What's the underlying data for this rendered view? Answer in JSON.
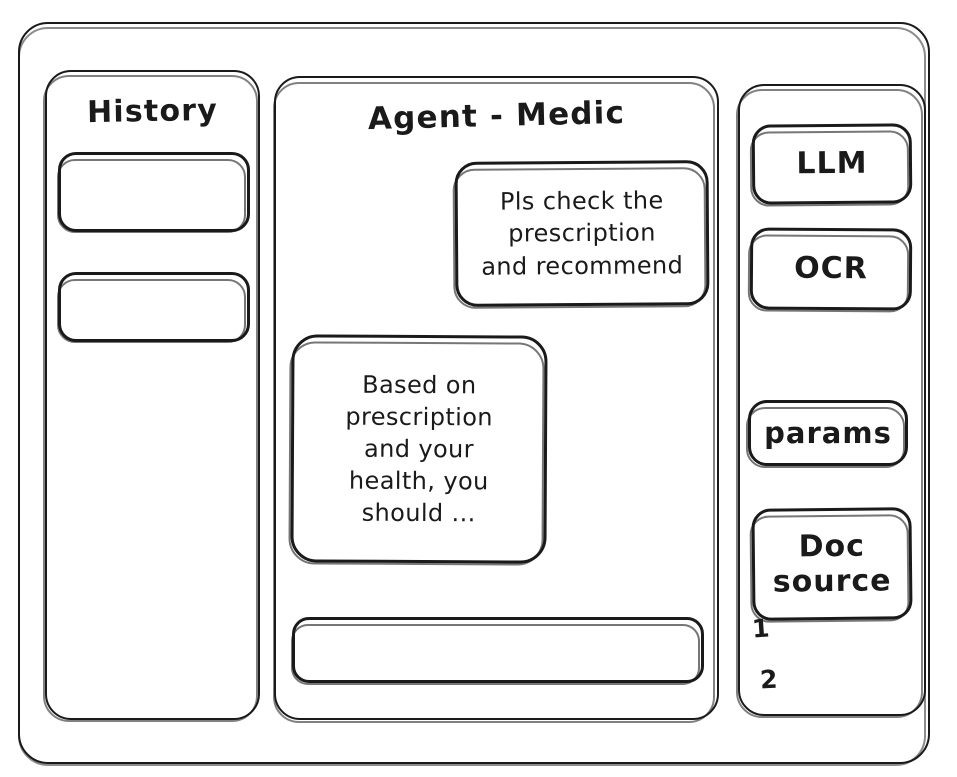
{
  "window": {
    "name": "wireframe-window"
  },
  "sidebar_history": {
    "title": "History",
    "items": [
      {
        "label": ""
      },
      {
        "label": ""
      }
    ]
  },
  "main": {
    "title": "Agent - Medic",
    "messages": [
      {
        "role": "user",
        "text": "Pls check the\nprescription\nand recommend"
      },
      {
        "role": "assistant",
        "text": "Based on\nprescription\nand your\nhealth, you\nshould ..."
      }
    ],
    "composer": {
      "value": "",
      "placeholder": ""
    }
  },
  "sidebar_tools": {
    "buttons": [
      {
        "label": "LLM"
      },
      {
        "label": "OCR"
      },
      {
        "label": "params"
      },
      {
        "label": "Doc\nsource"
      }
    ],
    "sources": [
      {
        "index": "1"
      },
      {
        "index": "2"
      }
    ]
  },
  "colors": {
    "stroke": "#1a1a1a",
    "background": "#ffffff",
    "text": "#1a1a1a"
  }
}
